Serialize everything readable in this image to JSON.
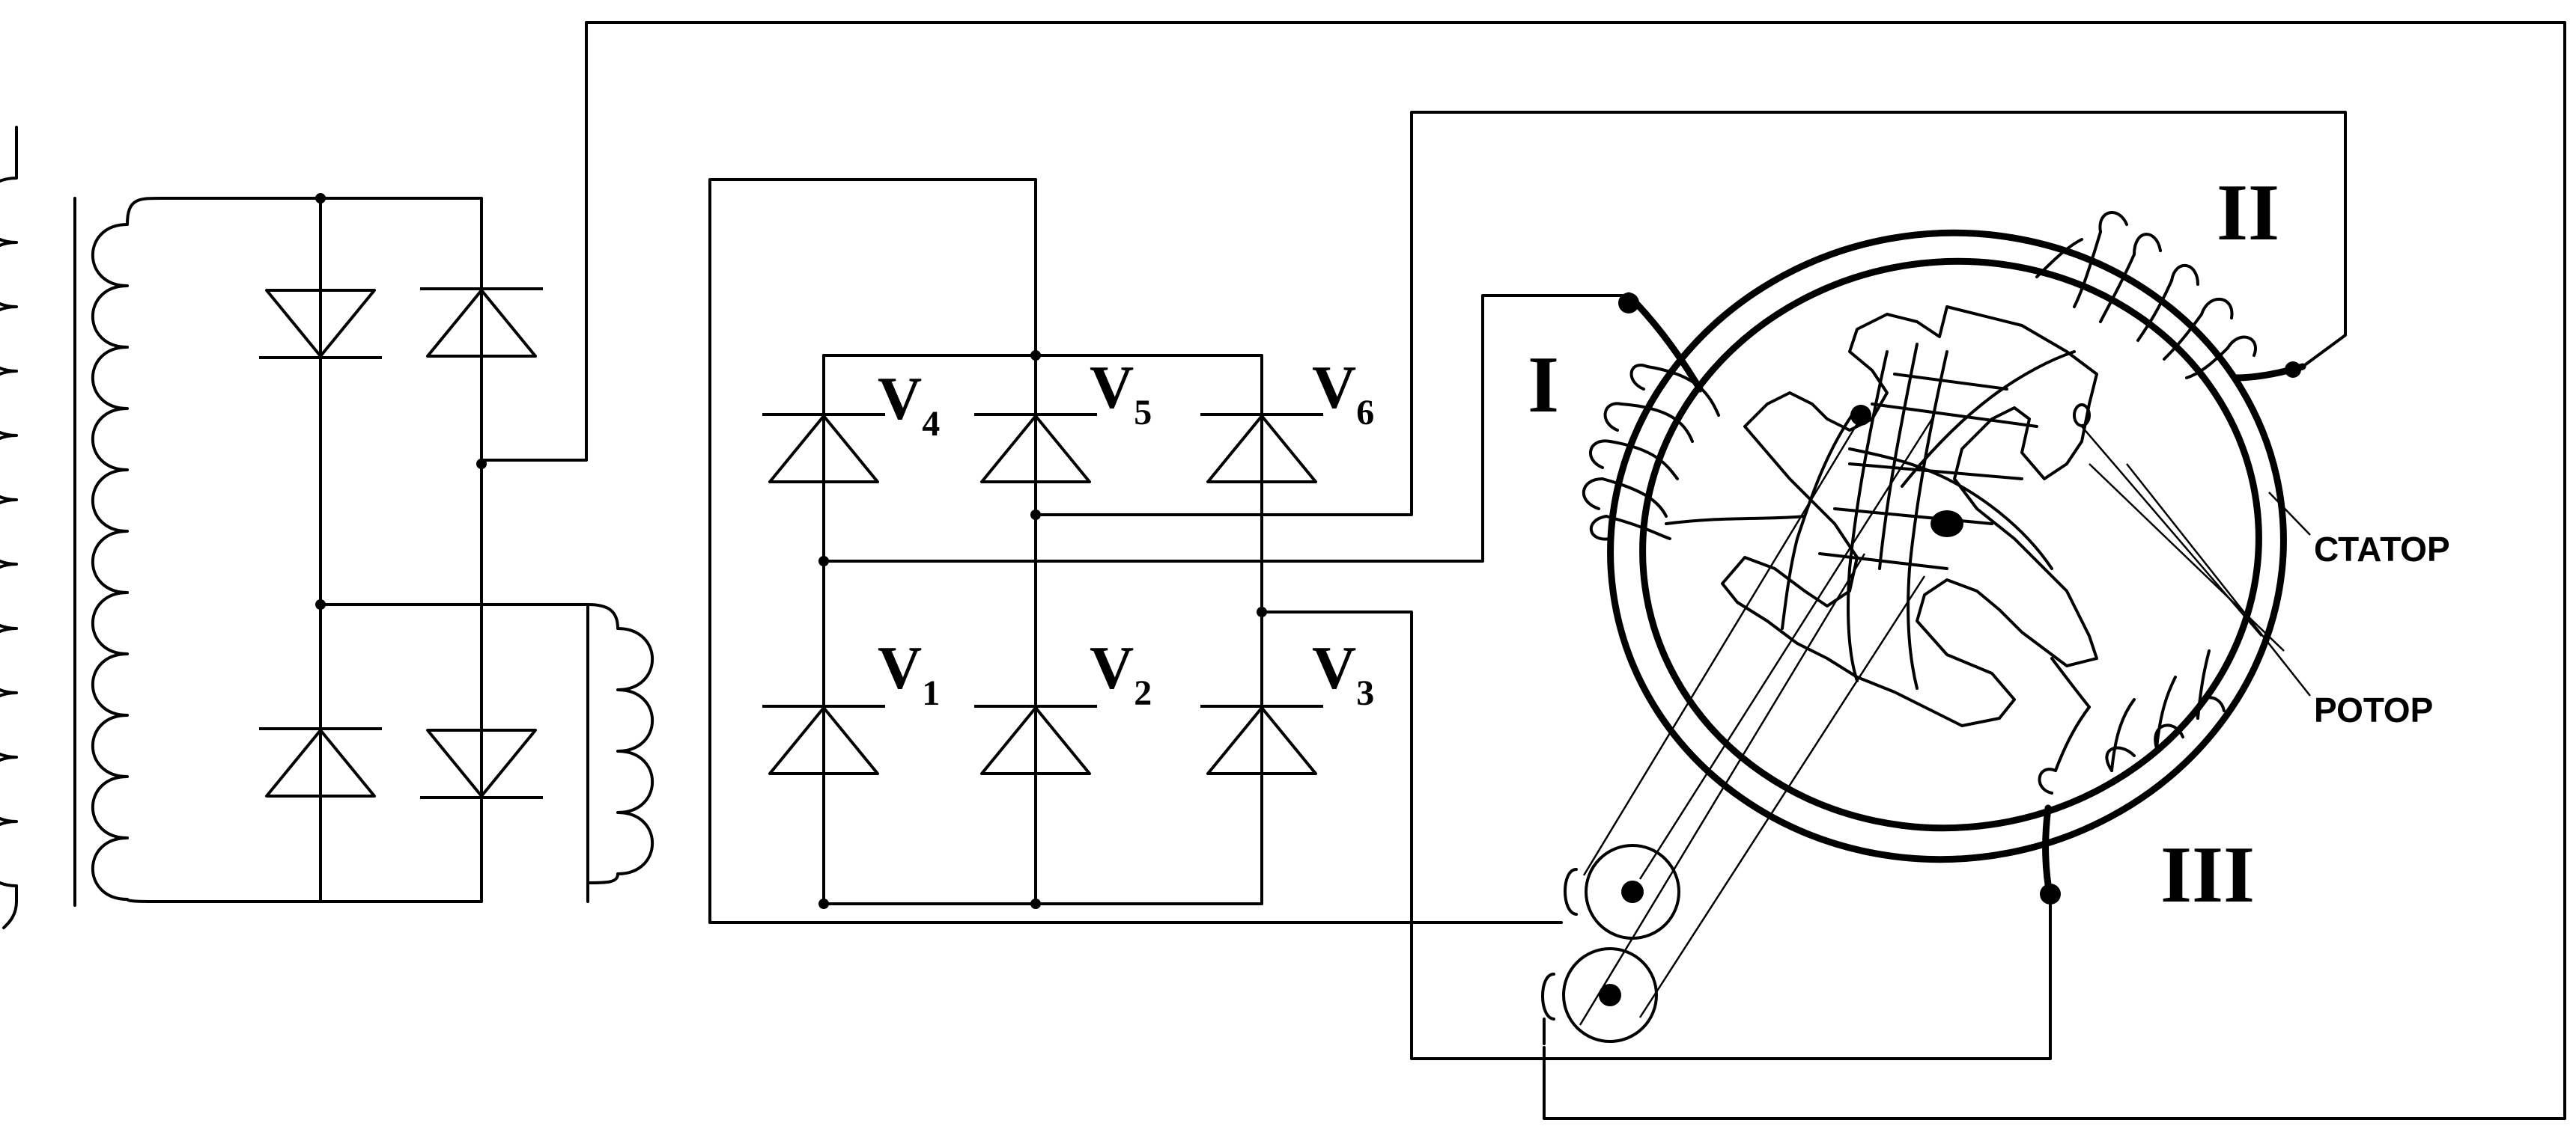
{
  "diagram": {
    "diodes": [
      {
        "letter": "V",
        "index": "4"
      },
      {
        "letter": "V",
        "index": "5"
      },
      {
        "letter": "V",
        "index": "6"
      },
      {
        "letter": "V",
        "index": "1"
      },
      {
        "letter": "V",
        "index": "2"
      },
      {
        "letter": "V",
        "index": "3"
      }
    ],
    "phases": [
      "I",
      "II",
      "III"
    ],
    "parts": {
      "stator": "СТАТОР",
      "rotor": "РОТОР"
    }
  }
}
